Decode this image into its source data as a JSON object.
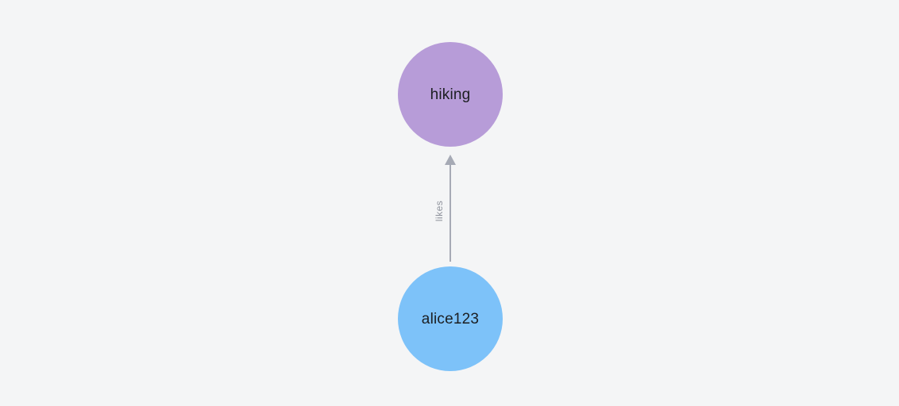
{
  "canvas": {
    "background_color": "#f4f5f6"
  },
  "nodes": [
    {
      "id": "hiking",
      "label": "hiking",
      "color": "#b79cd8",
      "text_color": "#1c1e21"
    },
    {
      "id": "alice123",
      "label": "alice123",
      "color": "#7dc2f9",
      "text_color": "#1c1e21"
    }
  ],
  "edges": [
    {
      "from": "alice123",
      "to": "hiking",
      "label": "likes",
      "direction": "up",
      "color": "#a6aab5",
      "label_color": "#8f939d"
    }
  ]
}
